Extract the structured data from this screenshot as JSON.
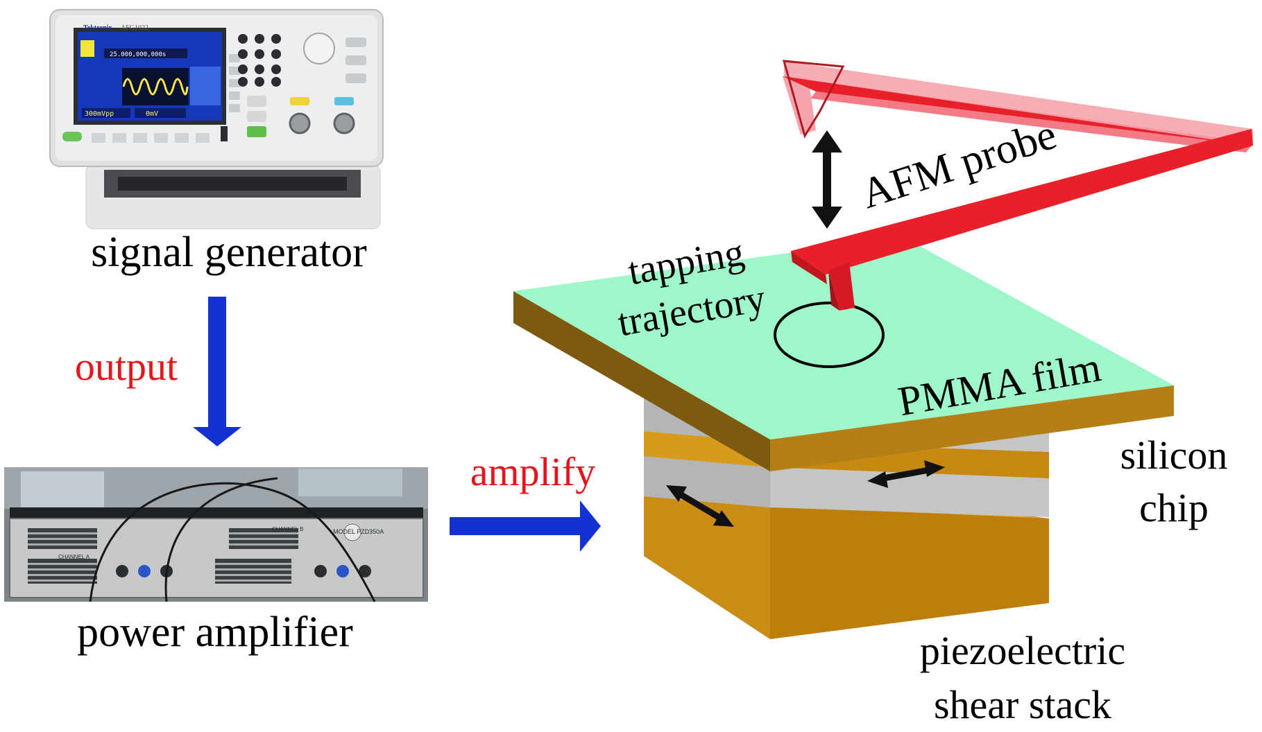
{
  "labels": {
    "signal_generator": "signal generator",
    "output": "output",
    "power_amplifier": "power amplifier",
    "amplify": "amplify",
    "afm_probe": "AFM probe",
    "tapping_line1": "tapping",
    "tapping_line2": "trajectory",
    "pmma_film": "PMMA film",
    "silicon_line1": "silicon",
    "silicon_line2": "chip",
    "piezo_line1": "piezoelectric",
    "piezo_line2": "shear stack"
  },
  "device_text": {
    "brand": "Tektronix",
    "model": "AFG1022",
    "frequency": "25.000,000,000s",
    "amplitude": "300mVpp",
    "offset": "0mV",
    "amp_model": "MODEL PZD350A",
    "channel_a": "CHANNEL A",
    "channel_b": "CHANNEL B"
  },
  "colors": {
    "label_accent": "#e8141b",
    "flow_arrow": "#1432d2",
    "film_top": "#9ef7c8",
    "film_side": "#8a6214",
    "gold_layer": "#c8870e",
    "grey_layer": "#bdbdbd",
    "probe": "#e8202a",
    "probe_light": "#f6a4ac"
  }
}
